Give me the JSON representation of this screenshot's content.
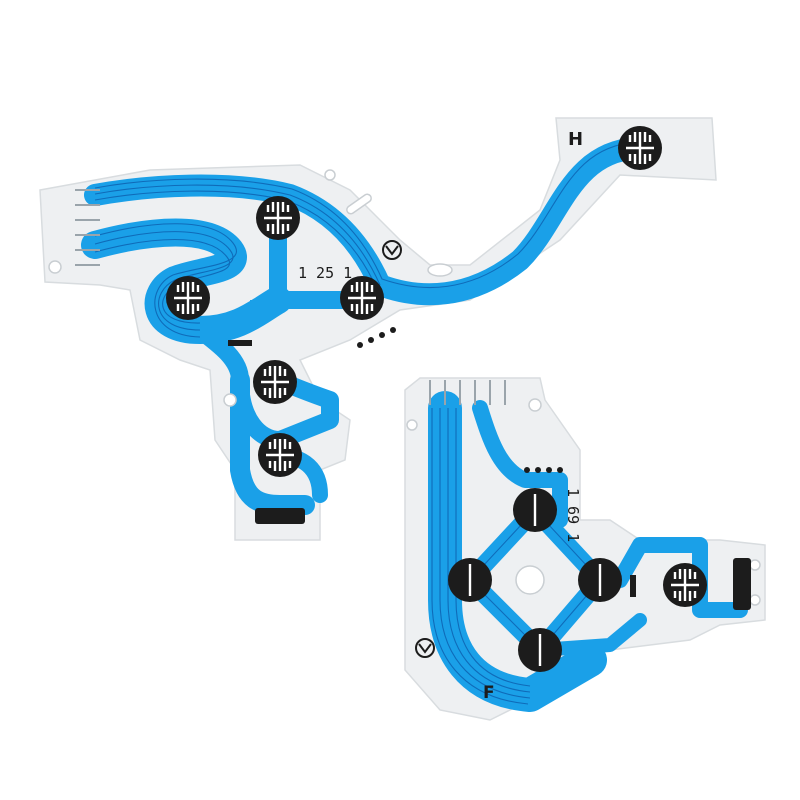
{
  "scene": {
    "description_free": true,
    "left_board": {
      "letter": "H",
      "code": "1 25 1"
    },
    "right_board": {
      "letter": "F",
      "code": "1 69 1"
    }
  },
  "colors": {
    "film": "#eef0f2",
    "film_edge": "#d8dcdf",
    "trace": "#1aa0e8",
    "trace_line": "#0d5fae",
    "ink": "#1c1c1c",
    "background": "#ffffff"
  }
}
